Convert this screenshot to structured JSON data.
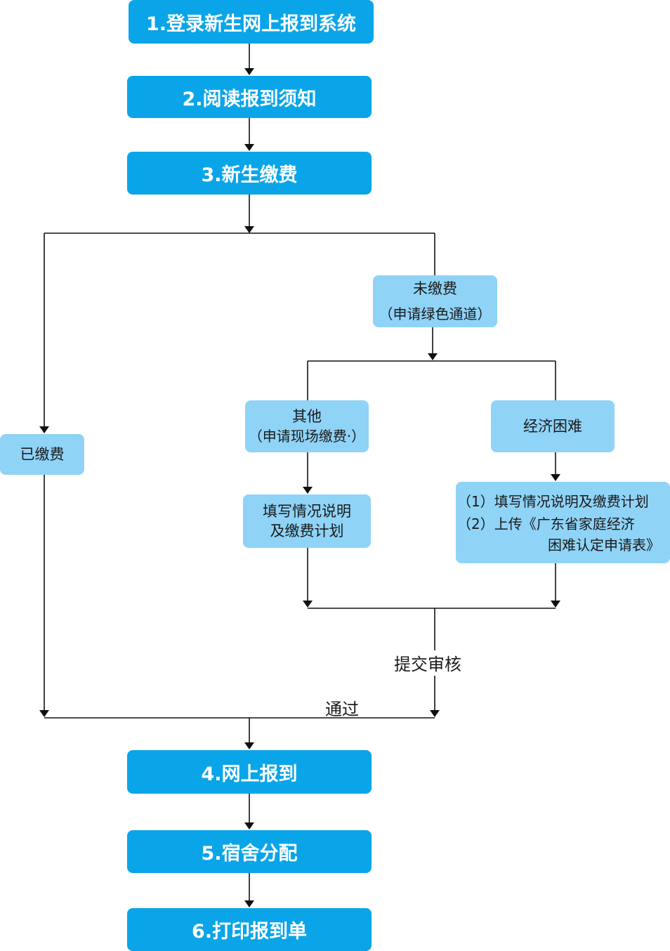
{
  "steps": {
    "step1": "1.登录新生网上报到系统",
    "step2": "2.阅读报到须知",
    "step3": "3.新生缴费",
    "step4": "4.网上报到",
    "step5": "5.宿舍分配",
    "step6": "6.打印报到单"
  },
  "branches": {
    "paid": "已缴费",
    "unpaid": {
      "line1": "未缴费",
      "line2": "（申请绿色通道）"
    },
    "other": {
      "line1": "其他",
      "line2": "（申请现场缴费·）"
    },
    "hardship": "经济困难",
    "other_action": {
      "line1": "填写情况说明",
      "line2": "及缴费计划"
    },
    "hardship_action": {
      "line1": "（1）填写情况说明及缴费计划",
      "line2": "（2）上传《广东省家庭经济",
      "line3": "困难认定申请表》"
    }
  },
  "labels": {
    "submit_review": "提交审核",
    "approved": "通过"
  },
  "colors": {
    "main_box": "#0aa5e8",
    "sub_box": "#8fd3f7",
    "line": "#111111"
  }
}
